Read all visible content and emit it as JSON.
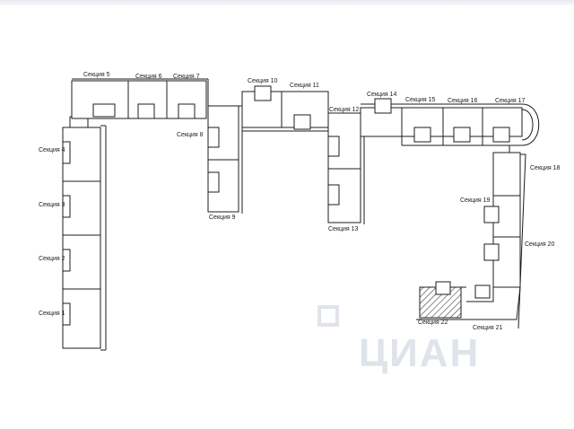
{
  "sections": [
    {
      "id": "s1",
      "label": "Секция 1"
    },
    {
      "id": "s2",
      "label": "Секция 2"
    },
    {
      "id": "s3",
      "label": "Секция 3"
    },
    {
      "id": "s4",
      "label": "Секция 4"
    },
    {
      "id": "s5",
      "label": "Секция 5"
    },
    {
      "id": "s6",
      "label": "Секция 6"
    },
    {
      "id": "s7",
      "label": "Секция 7"
    },
    {
      "id": "s8",
      "label": "Секция 8"
    },
    {
      "id": "s9",
      "label": "Секция 9"
    },
    {
      "id": "s10",
      "label": "Секция 10"
    },
    {
      "id": "s11",
      "label": "Секция 11"
    },
    {
      "id": "s12",
      "label": "Секция 12"
    },
    {
      "id": "s13",
      "label": "Секция 13"
    },
    {
      "id": "s14",
      "label": "Секция 14"
    },
    {
      "id": "s15",
      "label": "Секция 15"
    },
    {
      "id": "s16",
      "label": "Секция 16"
    },
    {
      "id": "s17",
      "label": "Секция 17"
    },
    {
      "id": "s18",
      "label": "Секция 18"
    },
    {
      "id": "s19",
      "label": "Секция 19"
    },
    {
      "id": "s20",
      "label": "Секция 20"
    },
    {
      "id": "s21",
      "label": "Секция 21"
    },
    {
      "id": "s22",
      "label": "Секция 22"
    }
  ],
  "highlighted_section": "Секция 22",
  "watermark": "ЦИАН",
  "colors": {
    "line": "#1c1c1c",
    "background": "#ffffff",
    "watermark": "#dfe3ea"
  }
}
